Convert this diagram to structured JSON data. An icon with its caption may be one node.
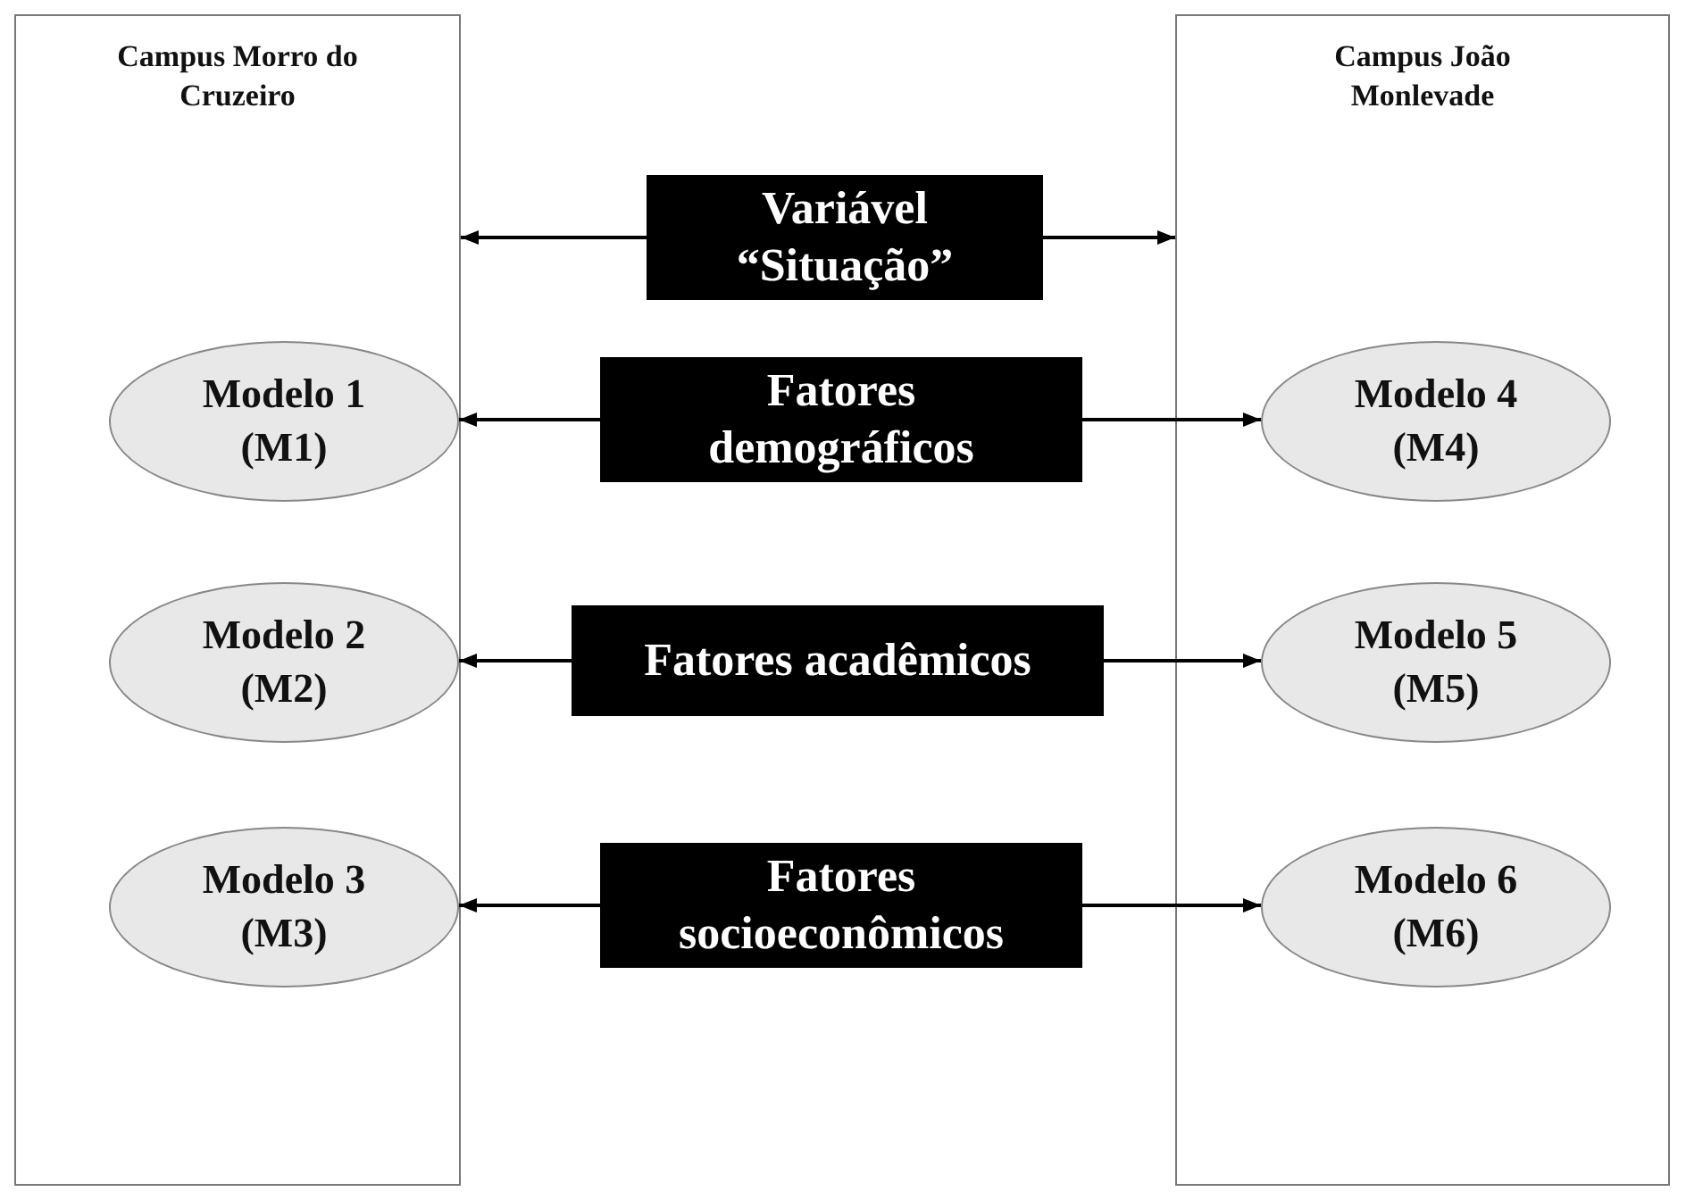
{
  "diagram": {
    "nodes": [
      {
        "text": [
          "Campus Morro do Cruzeiro"
        ]
      },
      {
        "text": [
          "Modelo 1 (M1)"
        ],
        "in": 0
      },
      {
        "text": [
          "Modelo 2 (M2)"
        ],
        "in": 0
      },
      {
        "text": [
          "Modelo 3 (M3)"
        ],
        "in": 0
      },
      {
        "text": [
          "Campus João Monlevade"
        ]
      },
      {
        "text": [
          "Modelo 4 (M4)"
        ],
        "in": 4
      },
      {
        "text": [
          "Modelo 5 (M5)"
        ],
        "in": 4
      },
      {
        "text": [
          "Modelo 6 (M6)"
        ],
        "in": 4
      },
      {
        "text": [
          "Variável “Situação”"
        ]
      },
      {
        "text": [
          "Fatores demográficos"
        ]
      },
      {
        "text": [
          "Fatores acadêmicos"
        ]
      },
      {
        "text": [
          "Fatores socioeconômicos"
        ]
      }
    ],
    "edges": [
      {
        "from": 8,
        "to": 0,
        "arrow": "to"
      },
      {
        "from": 8,
        "to": 4,
        "arrow": "to"
      },
      {
        "from": 9,
        "to": 1,
        "arrow": "to"
      },
      {
        "from": 9,
        "to": 5,
        "arrow": "to"
      },
      {
        "from": 10,
        "to": 2,
        "arrow": "to"
      },
      {
        "from": 10,
        "to": 6,
        "arrow": "to"
      },
      {
        "from": 11,
        "to": 3,
        "arrow": "to"
      },
      {
        "from": 11,
        "to": 7,
        "arrow": "to"
      }
    ]
  }
}
